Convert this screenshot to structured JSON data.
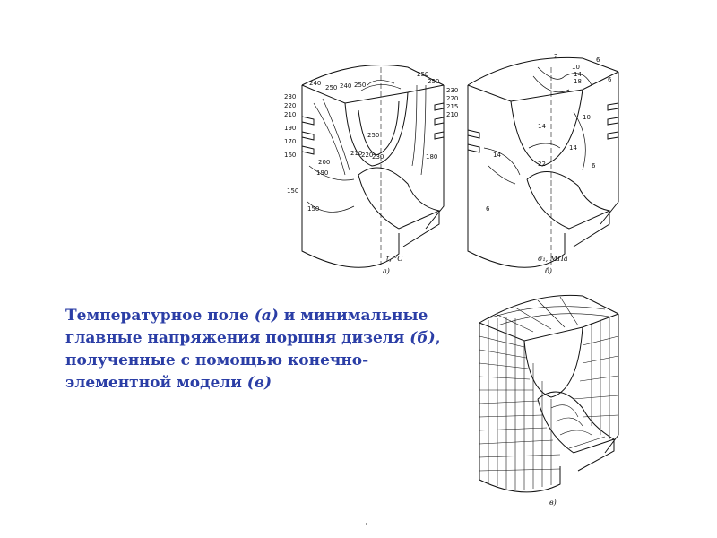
{
  "caption": {
    "line1_a": "Температурное поле ",
    "line1_b": "(а)",
    "line1_c": " и минимальные",
    "line2_a": "главные напряжения поршня дизеля ",
    "line2_b": "(б)",
    "line2_c": ",",
    "line3": "полученные с помощью конечно-",
    "line4_a": "элементной модели ",
    "line4_b": "(в)"
  },
  "figure_a": {
    "sublabel": "а)",
    "unit_label": "t, °C",
    "left_scale": [
      "230",
      "220",
      "210",
      "190",
      "170",
      "160",
      "150"
    ],
    "right_scale": [
      "230",
      "220",
      "215",
      "210"
    ],
    "top_labels": [
      "240",
      "250",
      "240",
      "250",
      "250",
      "250"
    ],
    "inner_labels": [
      "250",
      "230",
      "220",
      "210",
      "200",
      "190",
      "180",
      "150"
    ]
  },
  "figure_b": {
    "sublabel": "б)",
    "unit_label": "σ₁, МПа",
    "top_labels": [
      "2",
      "6",
      "10",
      "14",
      "18",
      "6"
    ],
    "side_labels": [
      "10",
      "14",
      "14",
      "22",
      "14",
      "6",
      "6"
    ]
  },
  "figure_c": {
    "sublabel": "в)"
  }
}
